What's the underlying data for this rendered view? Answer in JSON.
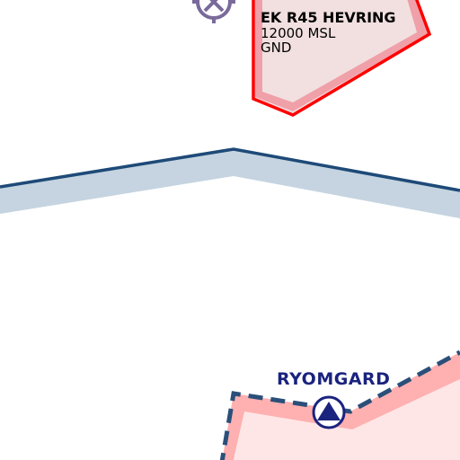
{
  "map": {
    "restricted_area": {
      "name": "EK R45 HEVRING",
      "upper_limit": "12000 MSL",
      "lower_limit": "GND",
      "border_color": "#ff0000",
      "fill_color": "#f2e0e0"
    },
    "controlled_zone": {
      "border_color": "#1e4a78",
      "band_color": "#c5d4e0"
    },
    "tmz_area": {
      "border_color": "#2a4f7a",
      "band_color": "#ffb0b0",
      "fill_color": "#ffe6e6"
    },
    "airfield": {
      "name": "RYOMGARD",
      "label_color": "#1a237e",
      "symbol": "triangle-in-circle-icon"
    },
    "navaid": {
      "symbol": "compass-rose-icon",
      "color": "#7a6a9a"
    }
  }
}
